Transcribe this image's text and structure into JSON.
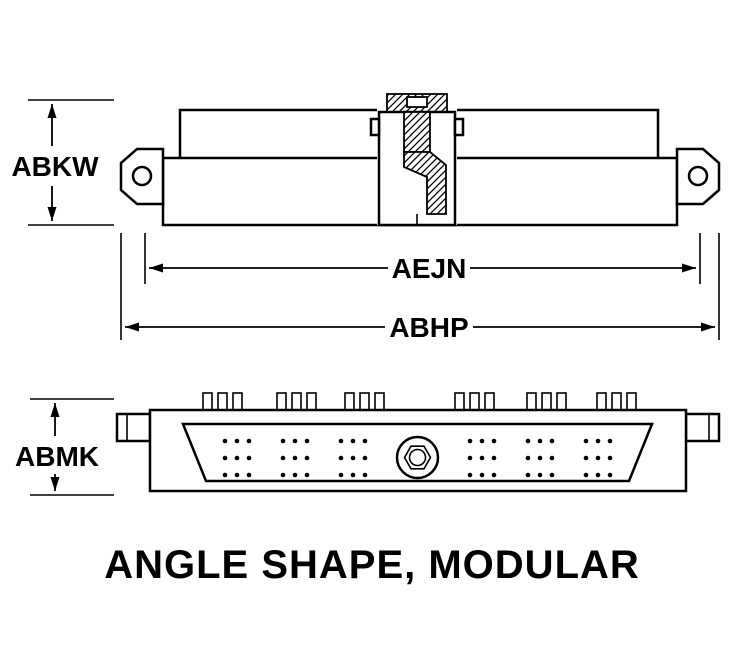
{
  "diagram": {
    "title": "ANGLE SHAPE, MODULAR",
    "dimension_labels": {
      "abkw": "ABKW",
      "aejn": "AEJN",
      "abhp": "ABHP",
      "abmk": "ABMK"
    },
    "colors": {
      "line": "#000000",
      "background": "#ffffff"
    }
  }
}
